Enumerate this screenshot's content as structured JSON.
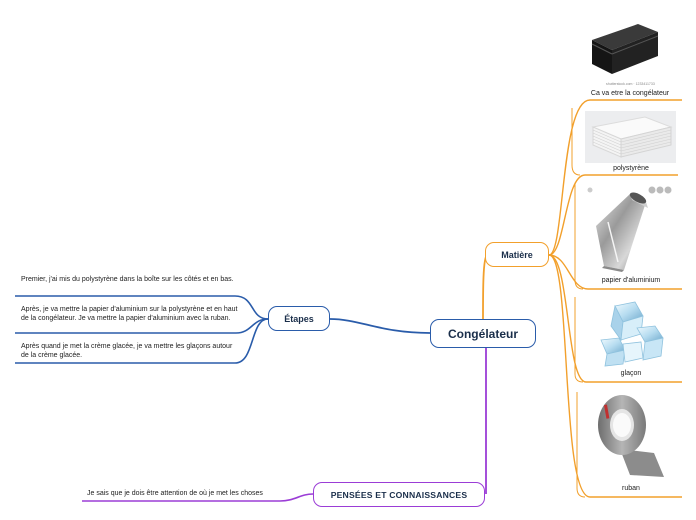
{
  "central": {
    "label": "Congélateur"
  },
  "branches": {
    "matiere": {
      "label": "Matière",
      "color": "#f2a02c",
      "items": [
        {
          "caption": "Ca va etre la congélateur",
          "image": "black-box-image",
          "watermark": "shutterstock.com · 1233411733"
        },
        {
          "caption": "polystyrène",
          "image": "polystyrene-sheets-image"
        },
        {
          "caption": "papier d'aluminium",
          "image": "aluminium-foil-roll-image"
        },
        {
          "caption": "glaçon",
          "image": "ice-cubes-image"
        },
        {
          "caption": "ruban",
          "image": "duct-tape-roll-image"
        }
      ]
    },
    "etapes": {
      "label": "Étapes",
      "color": "#2a5caa",
      "items": [
        {
          "text": "Premier, j'ai mis du polystyrène dans la boîte sur les côtés et en bas."
        },
        {
          "text": "Après, je va mettre la papier d'aluminium sur la polystyrène et en haut de la congélateur. Je va mettre la papier d'aluminium avec la ruban."
        },
        {
          "text": "Après quand je met la crème glacée, je va mettre les glaçons autour de la crème glacée."
        }
      ]
    },
    "pensees": {
      "label": "PENSÉES ET CONNAISSANCES",
      "color": "#9b3dd6",
      "items": [
        {
          "text": "Je sais que je dois être attention de où je met les choses"
        }
      ]
    }
  }
}
